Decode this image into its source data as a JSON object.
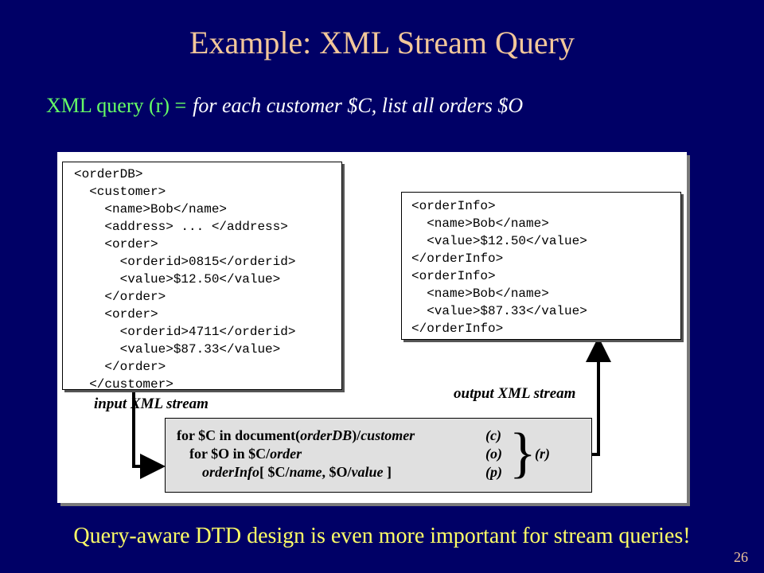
{
  "title": "Example: XML Stream Query",
  "query": {
    "label": "XML query (r) =",
    "text": "for each customer $C, list all orders $O"
  },
  "input_stream": {
    "label": "input XML stream",
    "lines": [
      "<orderDB>",
      "  <customer>",
      "    <name>Bob</name>",
      "    <address> ... </address>",
      "    <order>",
      "      <orderid>0815</orderid>",
      "      <value>$12.50</value>",
      "    </order>",
      "    <order>",
      "      <orderid>4711</orderid>",
      "      <value>$87.33</value>",
      "    </order>",
      "  </customer>"
    ]
  },
  "output_stream": {
    "label": "output XML stream",
    "lines": [
      "<orderInfo>",
      "  <name>Bob</name>",
      "  <value>$12.50</value>",
      "</orderInfo>",
      "<orderInfo>",
      "  <name>Bob</name>",
      "  <value>$87.33</value>",
      "</orderInfo>"
    ]
  },
  "xquery": {
    "line1_prefix": "for $C in document(",
    "line1_doc": "orderDB",
    "line1_suffix": ")/",
    "line1_path": "customer",
    "line1_tag": "(c)",
    "line2_prefix": "for $O in $C/",
    "line2_path": "order",
    "line2_tag": "(o)",
    "line3_elem": "orderInfo",
    "line3_open": "[ $C/",
    "line3_name": "name",
    "line3_mid": ", $O/",
    "line3_value": "value",
    "line3_close": " ]",
    "line3_tag": "(p)",
    "brace": "}",
    "group_tag": "(r)"
  },
  "footer": "Query-aware DTD design is even more important for stream queries!",
  "slide_number": "26",
  "colors": {
    "background": "#000066",
    "title": "#F2C79A",
    "query_label": "#66FF66",
    "footer": "#FFFF66"
  }
}
